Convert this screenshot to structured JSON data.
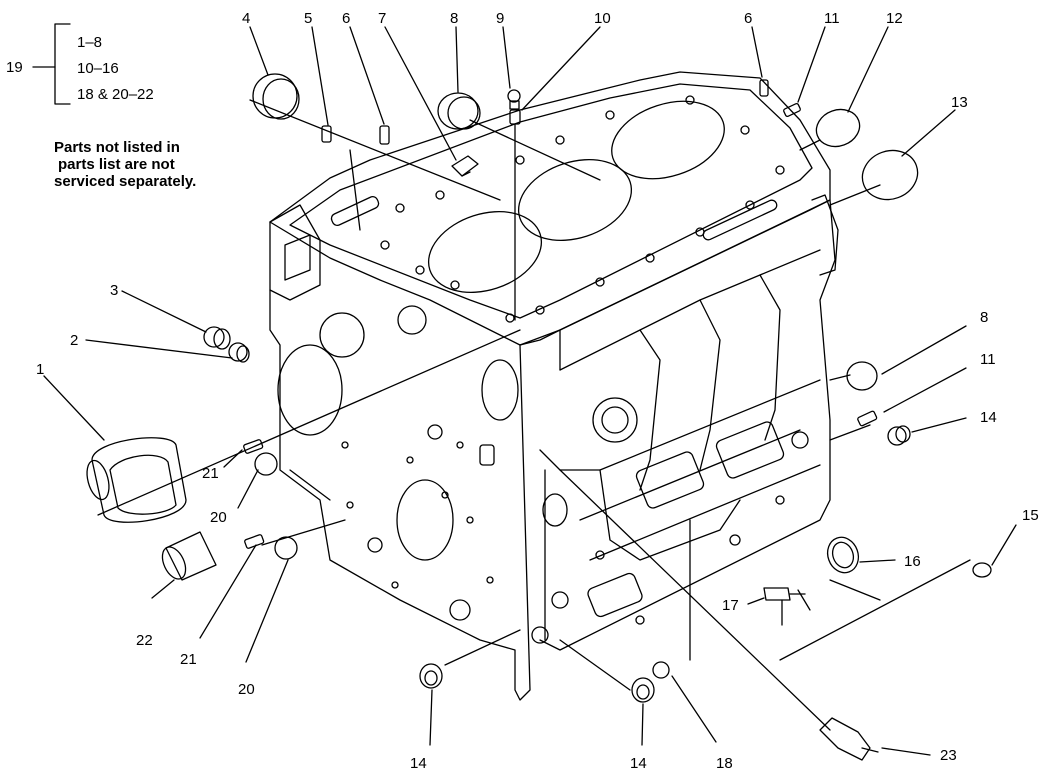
{
  "group": {
    "number": "19",
    "items": [
      "1–8",
      "10–16",
      "18 & 20–22"
    ]
  },
  "note": {
    "lines": [
      "Parts not listed in",
      "parts list are not",
      "serviced separately."
    ]
  },
  "callouts": [
    "1",
    "2",
    "3",
    "4",
    "5",
    "6",
    "7",
    "8",
    "9",
    "10",
    "11",
    "12",
    "13",
    "6",
    "11",
    "8",
    "14",
    "15",
    "16",
    "17",
    "14",
    "14",
    "18",
    "20",
    "21",
    "20",
    "21",
    "22",
    "23"
  ]
}
